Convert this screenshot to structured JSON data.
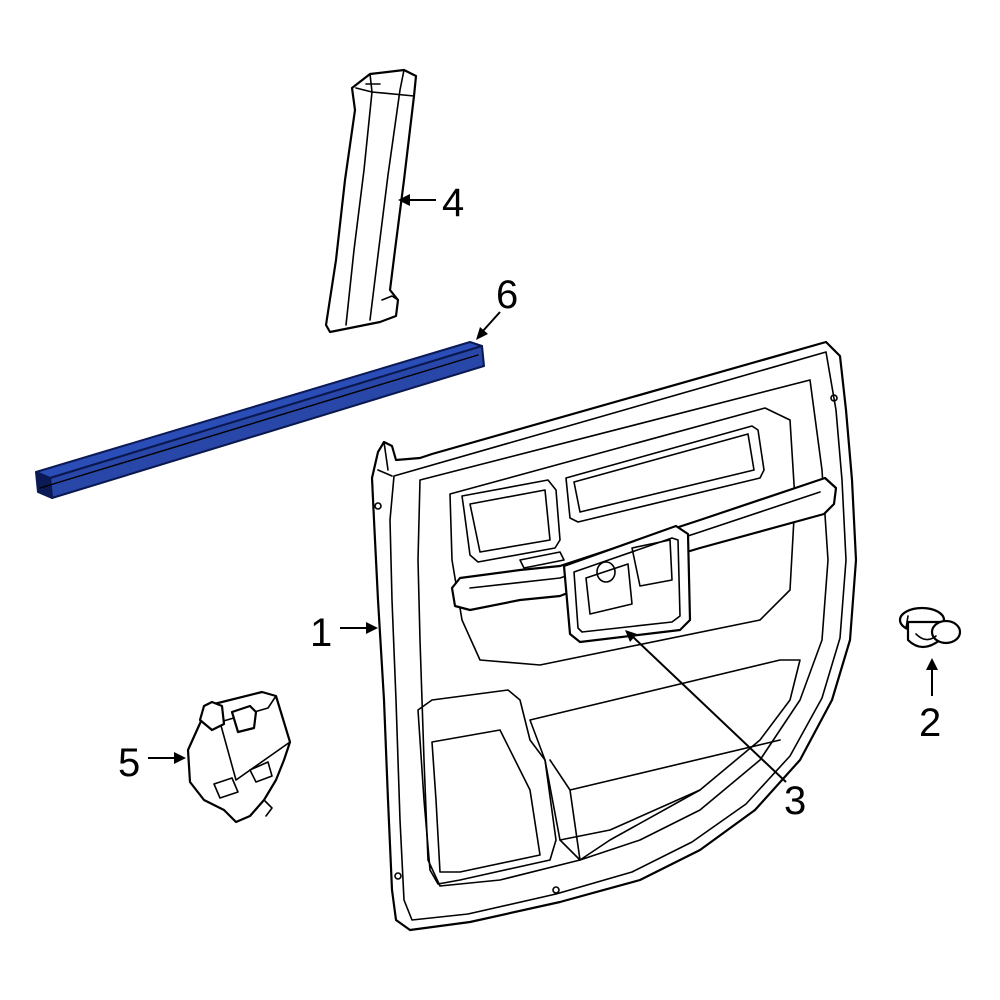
{
  "colors": {
    "highlight_fill": "#2B4DB8",
    "highlight_stroke": "#0B1A55",
    "line": "#000000",
    "background": "#ffffff"
  },
  "callouts": [
    {
      "id": "door-trim-panel",
      "label": "1"
    },
    {
      "id": "push-pin-retainer",
      "label": "2"
    },
    {
      "id": "handle-bezel",
      "label": "3"
    },
    {
      "id": "pillar-trim",
      "label": "4"
    },
    {
      "id": "window-switch",
      "label": "5"
    },
    {
      "id": "belt-weatherstrip",
      "label": "6"
    }
  ]
}
